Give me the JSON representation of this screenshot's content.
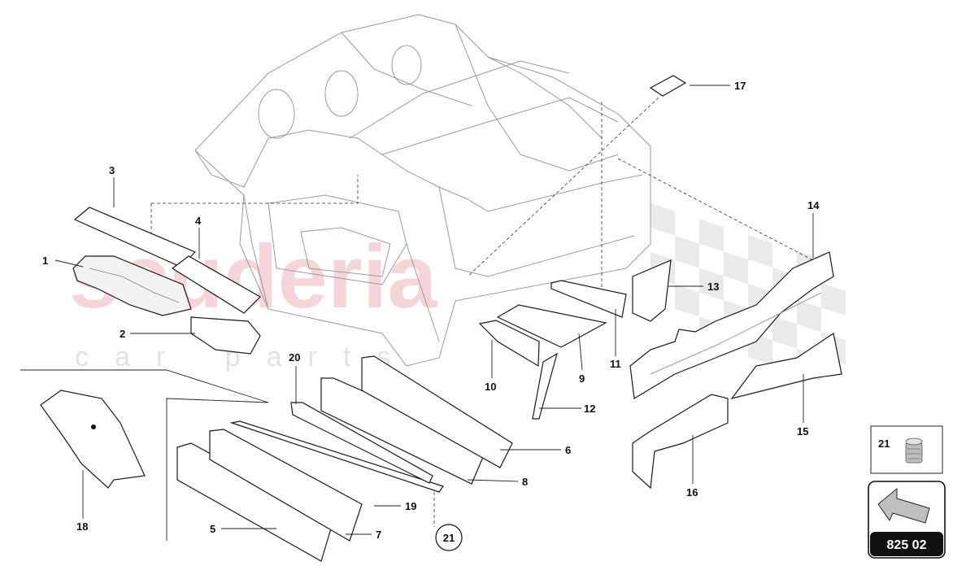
{
  "watermark": {
    "main": "scuderia",
    "sub": "car parts"
  },
  "callouts": [
    "1",
    "2",
    "3",
    "4",
    "5",
    "6",
    "7",
    "8",
    "9",
    "10",
    "11",
    "12",
    "13",
    "14",
    "15",
    "16",
    "17",
    "18",
    "19",
    "20",
    "21"
  ],
  "circled_ref": "21",
  "legend_box": {
    "number": "21"
  },
  "nav_box": {
    "code": "825 02"
  }
}
